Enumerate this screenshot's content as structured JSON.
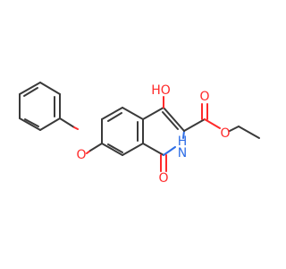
{
  "diagram": {
    "type": "chemical-structure",
    "colors": {
      "bond": "#3a3a3a",
      "oxygen": "#ff2a2a",
      "nitrogen": "#2d6de6"
    },
    "labels": {
      "hydroxyl": "HO",
      "ester_oxygen": "O",
      "carbonyl_oxygen_upper": "O",
      "ether_oxygen": "O",
      "amide_nitrogen": "N",
      "amide_hydrogen": "H",
      "lactam_oxygen": "O"
    }
  }
}
